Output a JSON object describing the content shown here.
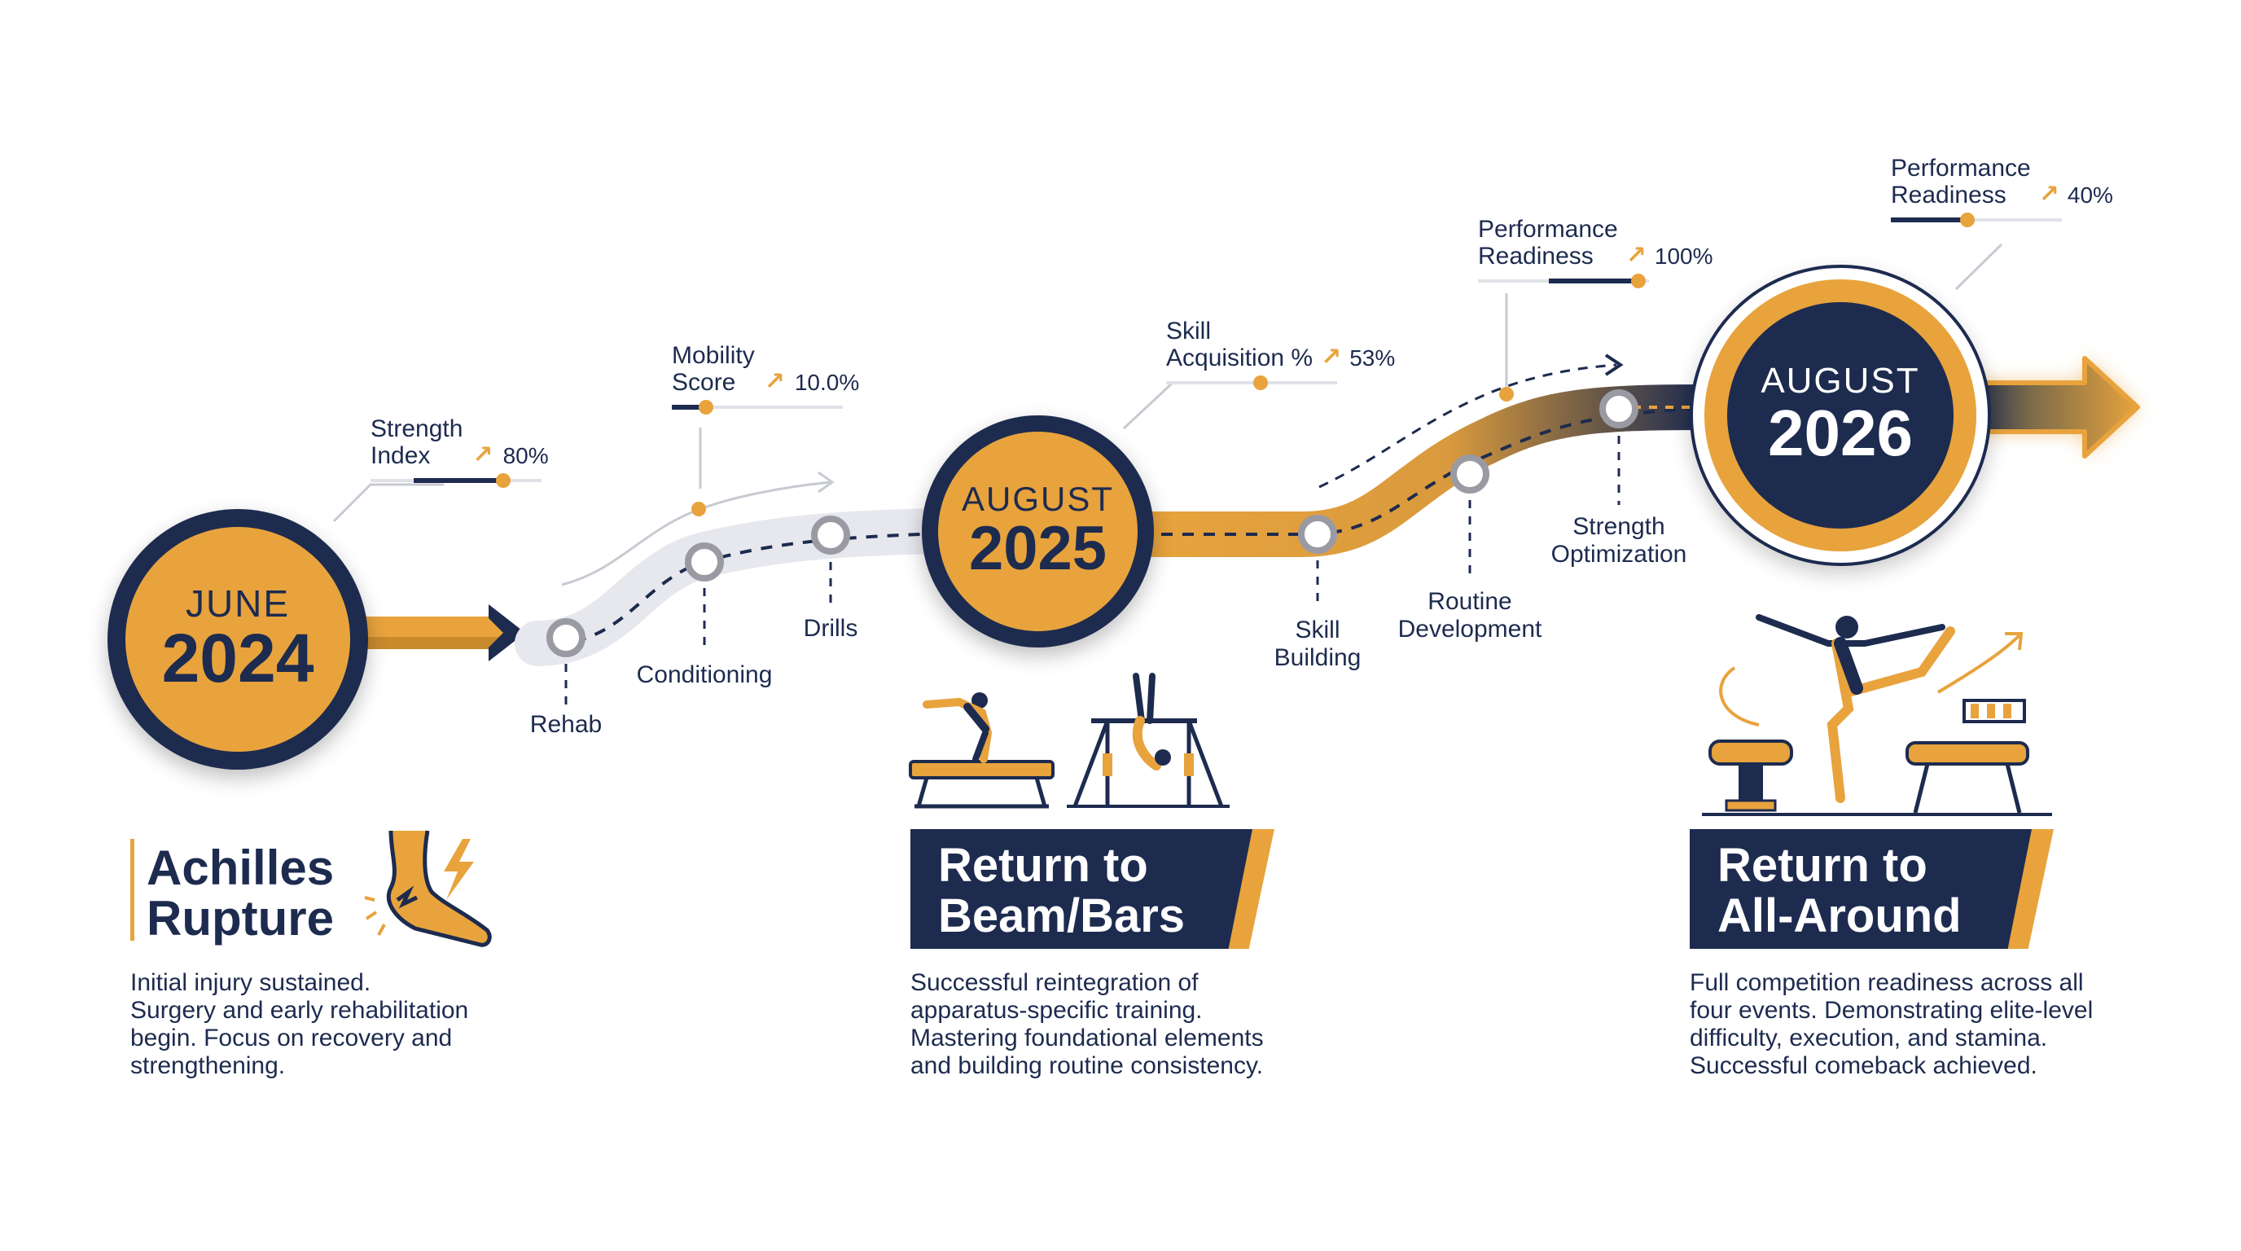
{
  "milestones": [
    {
      "month": "JUNE",
      "year": "2024"
    },
    {
      "month": "AUGUST",
      "year": "2025"
    },
    {
      "month": "AUGUST",
      "year": "2026"
    }
  ],
  "stages": [
    {
      "label": "Rehab"
    },
    {
      "label": "Conditioning"
    },
    {
      "label": "Drills"
    },
    {
      "label": "Skill\nBuilding"
    },
    {
      "label": "Routine\nDevelopment"
    },
    {
      "label": "Strength\nOptimization"
    }
  ],
  "metrics": [
    {
      "label": "Strength\nIndex",
      "value": "80%",
      "fill": 0.8
    },
    {
      "label": "Mobility\nScore",
      "value": "10.0%",
      "fill": 0.1
    },
    {
      "label": "Skill\nAcquisition %",
      "value": "53%",
      "fill": 0.53
    },
    {
      "label": "Performance\nReadiness",
      "value": "100%",
      "fill": 1.0
    },
    {
      "label": "Performance\nReadiness",
      "value": "40%",
      "fill": 0.4
    }
  ],
  "phases": [
    {
      "title": "Achilles\nRupture",
      "description": "Initial injury sustained.\nSurgery and early rehabilitation\nbegin. Focus on recovery and\nstrengthening."
    },
    {
      "title": "Return to\nBeam/Bars",
      "description": "Successful reintegration of\napparatus-specific training.\nMastering foundational elements\nand building routine consistency."
    },
    {
      "title": "Return to\nAll-Around",
      "description": "Full competition readiness across all\nfour events. Demonstrating elite-level\ndifficulty, execution, and stamina.\nSuccessful comeback achieved."
    }
  ],
  "icons": [
    "injured-ankle-icon",
    "balance-beam-gymnast-icon",
    "uneven-bars-gymnast-icon",
    "pommel-horse-icon",
    "vault-table-icon",
    "all-around-gymnast-icon",
    "finish-arrow-icon"
  ],
  "colors": {
    "navy": "#1d2b4f",
    "gold": "#e8a33d",
    "light_track": "#e7e8ee",
    "gray": "#9a9aa3"
  }
}
